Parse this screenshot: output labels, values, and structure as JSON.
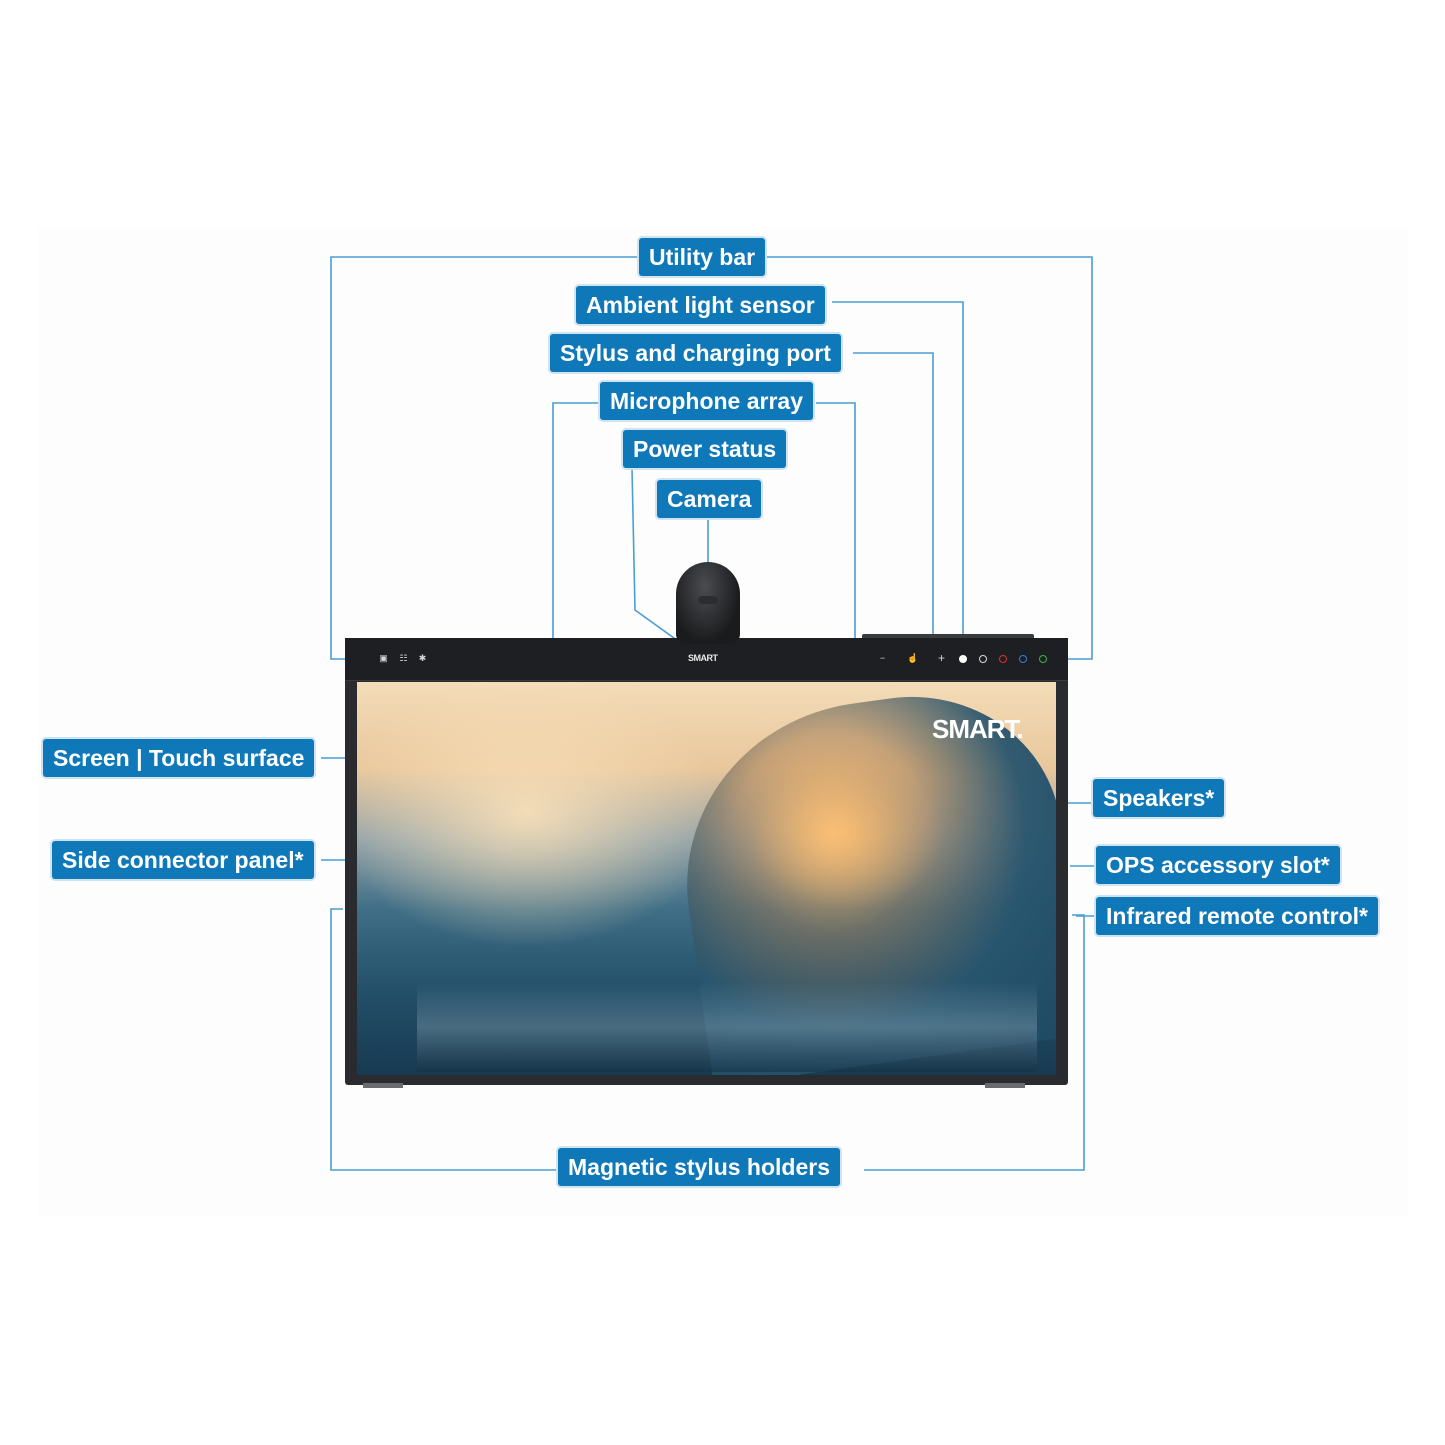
{
  "labels": {
    "utility_bar": "Utility bar",
    "ambient_light_sensor": "Ambient light sensor",
    "stylus_charging_port": "Stylus and charging port",
    "microphone_array": "Microphone array",
    "power_status": "Power status",
    "camera": "Camera",
    "screen_touch_surface": "Screen | Touch surface",
    "side_connector_panel": "Side connector panel*",
    "speakers": "Speakers*",
    "ops_accessory_slot": "OPS accessory slot*",
    "infrared_remote_control": "Infrared remote control*",
    "magnetic_stylus_holders": "Magnetic stylus holders"
  },
  "device": {
    "brand_topbar": "SMART",
    "brand_screen": "SMART."
  },
  "colors": {
    "label_bg": "#0f78b9",
    "label_text": "#ffffff",
    "leader_line": "#4a9fd4",
    "pen_dots": [
      "#ffffff",
      "#d9d9d9",
      "#e0302a",
      "#2f7fd8",
      "#3ab34a"
    ]
  },
  "icons": [
    "image-icon",
    "grid-icon",
    "settings-icon",
    "minus-icon",
    "pointer-icon",
    "plus-icon"
  ]
}
